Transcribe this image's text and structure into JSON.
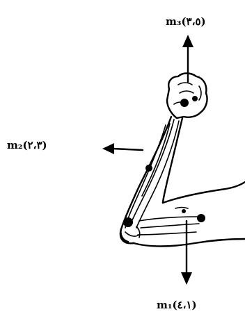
{
  "labels": {
    "m3": "m₃(٣،٥)",
    "m2": "m₂(٢،٣)",
    "m1": "m₁(٤،١)"
  },
  "colors": {
    "ink": "#000000",
    "background": "#ffffff"
  }
}
